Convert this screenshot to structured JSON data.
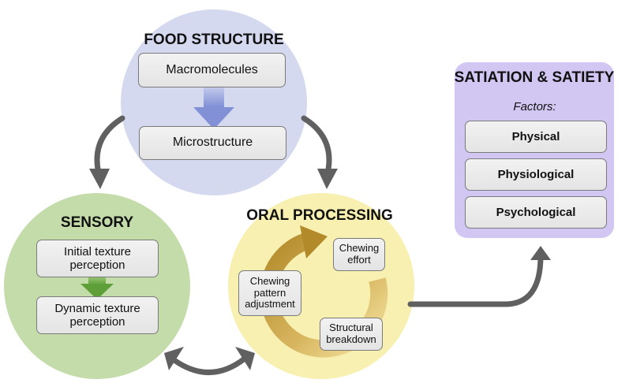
{
  "food_structure": {
    "title": "FOOD STRUCTURE",
    "items": [
      "Macromolecules",
      "Microstructure"
    ],
    "color": "#d5d9f0"
  },
  "sensory": {
    "title": "SENSORY",
    "items": [
      "Initial texture perception",
      "Dynamic texture perception"
    ],
    "color": "#c4dca9"
  },
  "oral_processing": {
    "title": "ORAL PROCESSING",
    "items": [
      "Chewing effort",
      "Structural breakdown",
      "Chewing pattern adjustment"
    ],
    "color": "#f8f0b0"
  },
  "satiation": {
    "title": "SATIATION & SATIETY",
    "subtitle": "Factors:",
    "items": [
      "Physical",
      "Physiological",
      "Psychological"
    ],
    "color": "#d2c6f2"
  }
}
